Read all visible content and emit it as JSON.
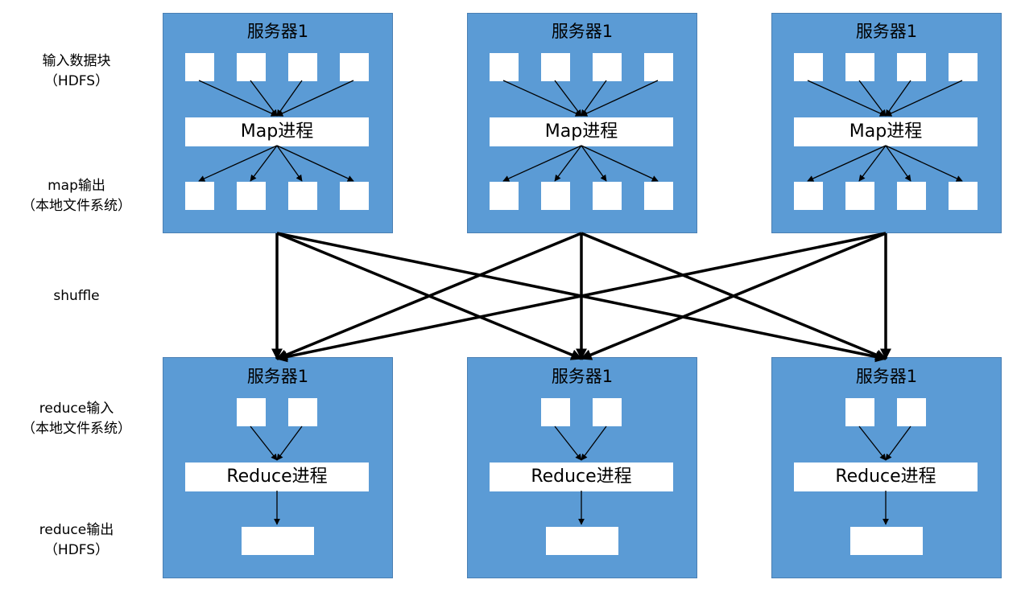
{
  "side_labels": {
    "input_blocks": "输入数据块",
    "input_blocks_sub": "（HDFS）",
    "map_output": "map输出",
    "map_output_sub": "（本地文件系统）",
    "shuffle": "shuffle",
    "reduce_input": "reduce输入",
    "reduce_input_sub": "（本地文件系统）",
    "reduce_output": "reduce输出",
    "reduce_output_sub": "（HDFS）"
  },
  "map_servers": [
    {
      "title": "服务器1",
      "process": "Map进程"
    },
    {
      "title": "服务器1",
      "process": "Map进程"
    },
    {
      "title": "服务器1",
      "process": "Map进程"
    }
  ],
  "reduce_servers": [
    {
      "title": "服务器1",
      "process": "Reduce进程"
    },
    {
      "title": "服务器1",
      "process": "Reduce进程"
    },
    {
      "title": "服务器1",
      "process": "Reduce进程"
    }
  ],
  "colors": {
    "server_fill": "#5b9bd5",
    "block_fill": "#ffffff",
    "line": "#000000"
  }
}
